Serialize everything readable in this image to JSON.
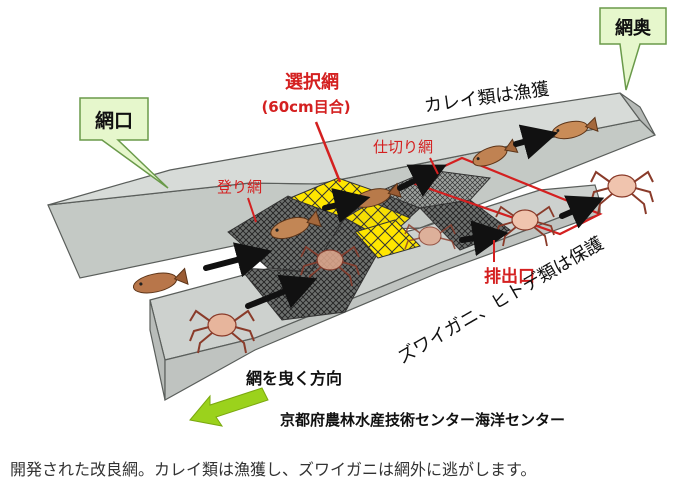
{
  "labels": {
    "net_mouth": "網口",
    "cod_end": "網奥",
    "selective_net": "選択網",
    "mesh_size": "(60cm目合)",
    "flatfish_caught": "カレイ類は漁獲",
    "partition_net": "仕切り網",
    "climbing_net": "登り網",
    "outlet": "排出口",
    "crabs_protected": "ズワイガニ、ヒトデ類は保護",
    "tow_direction": "網を曳く方向",
    "credit": "京都府農林水産技術センター海洋センター"
  },
  "caption": "開発された改良網。カレイ類は漁獲し、ズワイガニは網外に逃がします。",
  "colors": {
    "net_body": "#c9ceca",
    "net_edge": "#5a5e5b",
    "selective_mesh": "#ffe600",
    "red_accent": "#d42020",
    "arrow_green": "#9bd21c",
    "callout_fill": "#e6f7cc",
    "callout_border": "#6a9a4a"
  },
  "icons": [
    "flatfish-icon",
    "crab-icon",
    "arrow-icon",
    "green-arrow-icon"
  ]
}
